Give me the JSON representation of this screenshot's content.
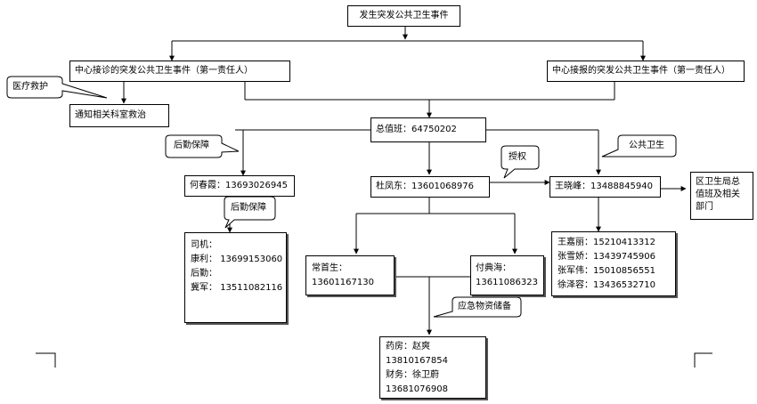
{
  "top_event": "发生突发公共卫生事件",
  "left_event": "中心接诊的突发公共卫生事件（第一责任人）",
  "right_event": "中心接报的突发公共卫生事件（第一责任人）",
  "medical_callout": "医疗救护",
  "notify_box": "通知相关科室救治",
  "duty": {
    "label": "总值班：",
    "phone": "64750202"
  },
  "logistics_callout_1": "后勤保障",
  "logistics_callout_2": "后勤保障",
  "public_health_callout": "公共卫生",
  "authorize_callout": "授权",
  "emergency_supply_callout": "应急物资储备",
  "he": {
    "name": "何春霞：",
    "phone": "13693026945"
  },
  "du": {
    "name": "杜凤东：",
    "phone": "13601068976"
  },
  "wang": {
    "name": "王晓峰：",
    "phone": "13488845940"
  },
  "district": "区卫生局总值班及相关部门",
  "drivers": {
    "l1": "司机：",
    "l2": "康利：",
    "l2p": "13699153060",
    "l3": "后勤：",
    "l4": "冀军：",
    "l4p": "13511082116"
  },
  "chang": {
    "name": "常首生：",
    "phone": "13601167130"
  },
  "fu": {
    "name": "付典海：",
    "phone": "13611086323"
  },
  "team": [
    {
      "name": "王嘉丽：",
      "phone": "15210413312"
    },
    {
      "name": "张雪娇：",
      "phone": "13439745906"
    },
    {
      "name": "张军伟：",
      "phone": "15010856551"
    },
    {
      "name": "徐泽容：",
      "phone": "13436532710"
    }
  ],
  "pharmacy": {
    "l1": "药房：赵爽",
    "l2": "13810167854",
    "l3": "财务：徐卫蔚",
    "l4": "13681076908"
  }
}
